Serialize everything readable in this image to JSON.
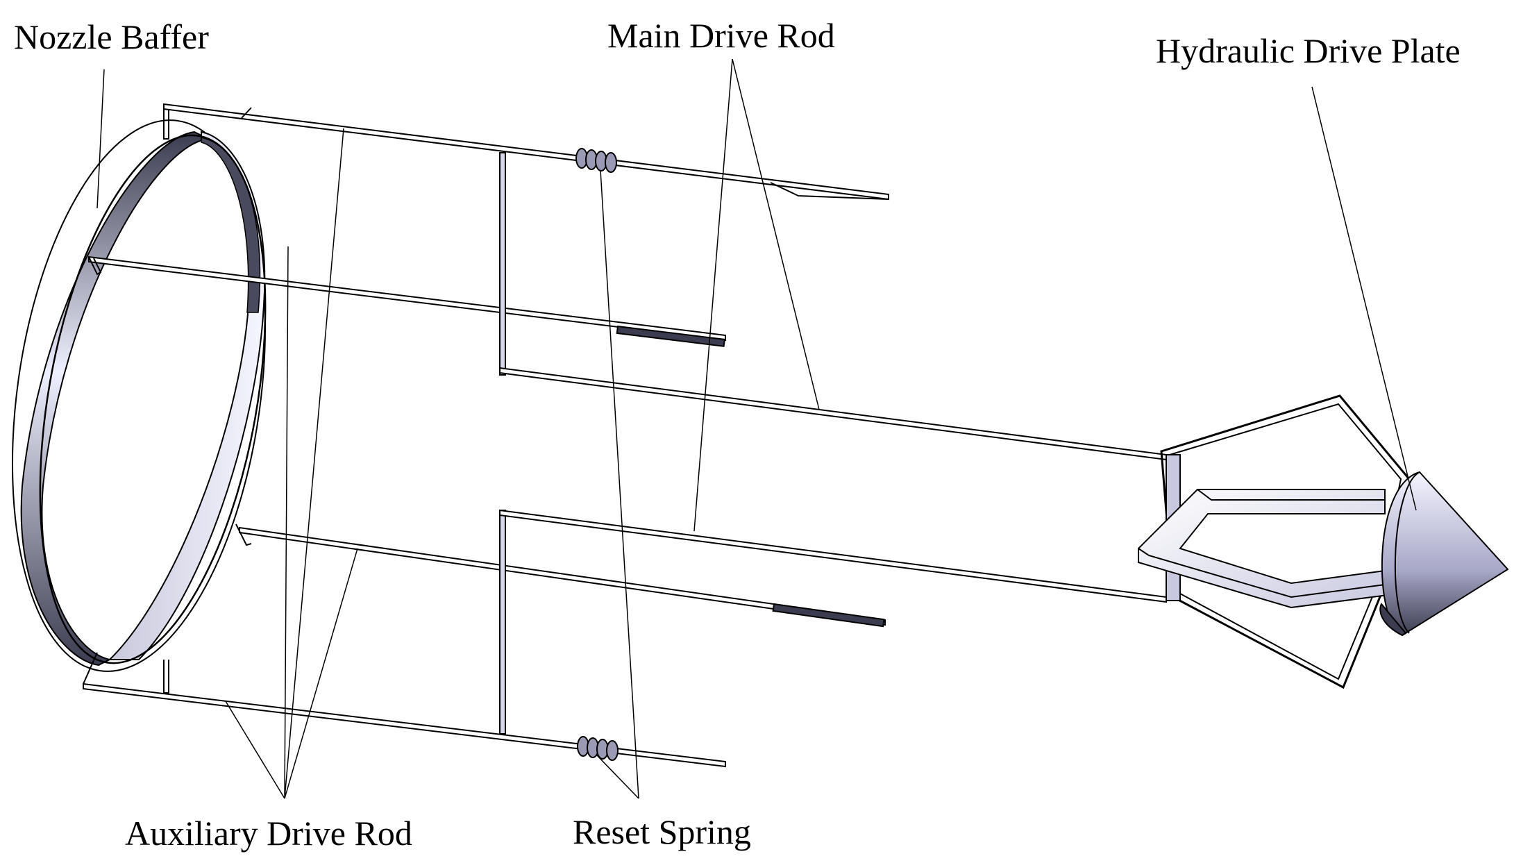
{
  "labels": {
    "nozzle_baffer": "Nozzle Baffer",
    "main_drive_rod": "Main Drive Rod",
    "hydraulic_drive_plate": "Hydraulic Drive Plate",
    "auxiliary_drive_rod": "Auxiliary Drive Rod",
    "reset_spring": "Reset Spring"
  },
  "colors": {
    "line": "#000000",
    "metal_light": "#eeeeff",
    "metal_dark": "#4a4a5e"
  }
}
